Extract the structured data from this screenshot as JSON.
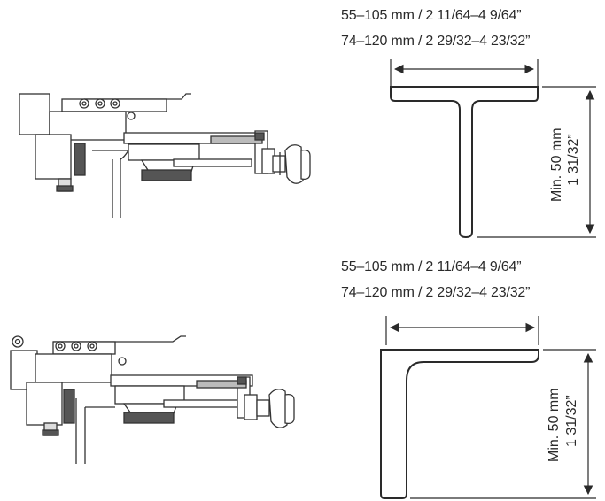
{
  "sections": [
    {
      "profile": "T-profile",
      "width_line_1": "55–105 mm / 2 11/64–4 9/64”",
      "width_line_2": "74–120 mm / 2 29/32–4 23/32”",
      "height_mm": "Min. 50 mm",
      "height_in": "1 31/32”"
    },
    {
      "profile": "L-profile",
      "width_line_1": "55–105 mm / 2 11/64–4 9/64”",
      "width_line_2": "74–120 mm / 2 29/32–4 23/32”",
      "height_mm": "Min. 50 mm",
      "height_in": "1 31/32”"
    }
  ],
  "colors": {
    "line": "#2a2a2a",
    "grey": "#888888"
  }
}
